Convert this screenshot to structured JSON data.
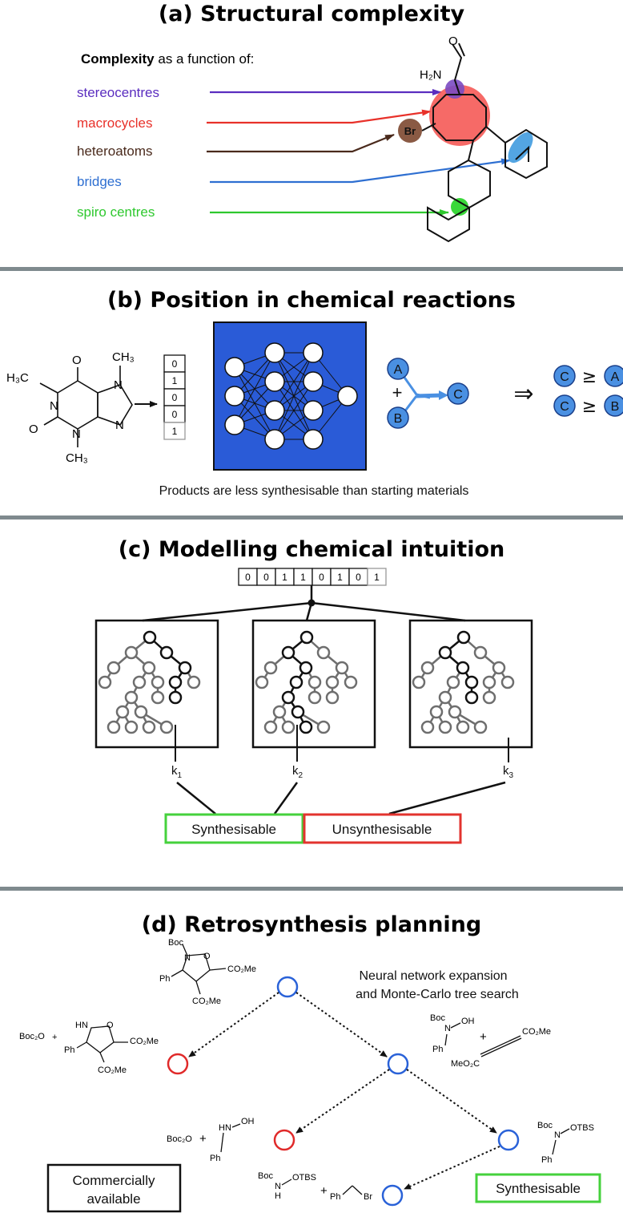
{
  "panel_a": {
    "title": "(a) Structural complexity",
    "heading_bold": "Complexity",
    "heading_rest": " as a function of:",
    "features": [
      {
        "label": "stereocentres",
        "color": "#5a2dbf"
      },
      {
        "label": "macrocycles",
        "color": "#e8312a"
      },
      {
        "label": "heteroatoms",
        "color": "#4a2a1c"
      },
      {
        "label": "bridges",
        "color": "#2e6fd1"
      },
      {
        "label": "spiro centres",
        "color": "#2ec82e"
      }
    ],
    "atom_labels": {
      "amine": "H₂N",
      "bromine": "Br",
      "oxygen": "O"
    }
  },
  "panel_b": {
    "title": "(b) Position in chemical reactions",
    "fingerprint": [
      "0",
      "1",
      "0",
      "0",
      "1"
    ],
    "molecule_labels": [
      "H₃C",
      "O",
      "CH₃",
      "N",
      "N",
      "N",
      "N",
      "O",
      "CH₃"
    ],
    "reaction_nodes": [
      "A",
      "B",
      "C"
    ],
    "plus": "+",
    "implies": "⇒",
    "inequalities": [
      [
        "C",
        "≥",
        "A"
      ],
      [
        "C",
        "≥",
        "B"
      ]
    ],
    "caption": "Products are less synthesisable than starting materials",
    "network_color": "#2a5bd7",
    "node_color": "#4a90e2"
  },
  "panel_c": {
    "title": "(c) Modelling chemical intuition",
    "fingerprint": [
      "0",
      "0",
      "1",
      "1",
      "0",
      "1",
      "0",
      "1"
    ],
    "keys": [
      "k",
      "k",
      "k"
    ],
    "key_subscripts": [
      "1",
      "2",
      "3"
    ],
    "synthesisable": "Synthesisable",
    "unsynthesisable": "Unsynthesisable",
    "colors": {
      "synth": "#45d13c",
      "unsynth": "#e2332e",
      "grey_node": "#6e6e6e"
    }
  },
  "panel_d": {
    "title": "(d) Retrosynthesis planning",
    "description_line1": "Neural network expansion",
    "description_line2": "and Monte-Carlo tree search",
    "legend_commercial": "Commercially\navailable",
    "legend_commercial_line1": "Commercially",
    "legend_commercial_line2": "available",
    "legend_synth": "Synthesisable",
    "chem": {
      "boc": "Boc",
      "boc2o": "Boc₂O",
      "co2me": "CO₂Me",
      "meo2c": "MeO₂C",
      "ph": "Ph",
      "hn": "HN",
      "n": "N",
      "o": "O",
      "oh": "OH",
      "otbs": "OTBS",
      "h": "H",
      "br": "Br",
      "plus": "+"
    },
    "colors": {
      "blue": "#2a62d8",
      "red": "#e02a2a",
      "green": "#45d13c"
    }
  }
}
